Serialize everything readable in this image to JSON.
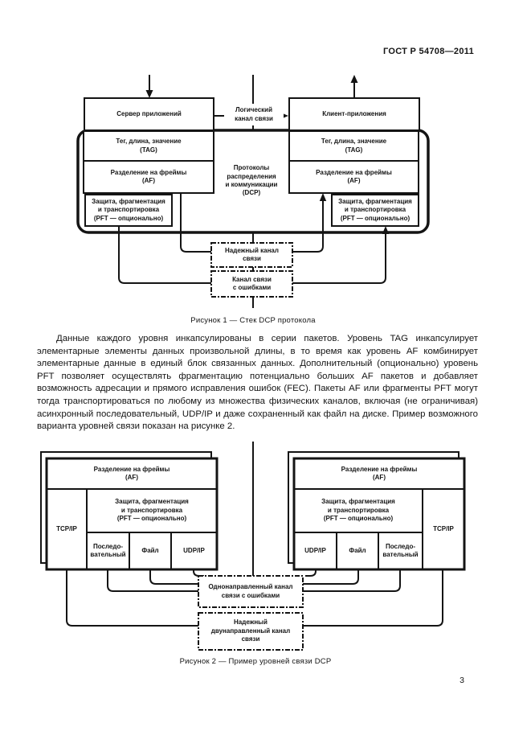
{
  "page": {
    "header": "ГОСТ Р 54708—2011",
    "page_number": "3"
  },
  "figure1": {
    "server_box": "Сервер приложений",
    "client_box": "Клиент-приложения",
    "logical_channel": "Логический\nканал связи",
    "tag_left": "Тег, длина, значение\n(TAG)",
    "af_left": "Разделение на фреймы\n(AF)",
    "pft_left": "Защита, фрагментация\nи транспортировка\n(PFT — опционально)",
    "dcp": "Протоколы\nраспределения\nи коммуникации\n(DCP)",
    "tag_right": "Тег, длина, значение\n(TAG)",
    "af_right": "Разделение на фреймы\n(AF)",
    "pft_right": "Защита, фрагментация\nи транспортировка\n(PFT — опционально)",
    "reliable_channel": "Надежный канал\nсвязи",
    "error_channel": "Канал связи\nс ошибками",
    "caption": "Рисунок 1 — Стек DCP протокола"
  },
  "paragraph": "Данные каждого уровня инкапсулированы в серии пакетов. Уровень TAG инкапсулирует элементарные элементы данных произвольной длины, в то время как уровень AF комбинирует элементарные данные в единый блок связанных данных. Дополнительный (опционально) уровень PFT позволяет осуществлять фрагментацию потенциально больших AF пакетов и добавляет возможность адресации и прямого исправления ошибок (FEC). Пакеты AF или фрагменты PFT могут тогда транспортироваться по любому из множества физических каналов, включая (не ограничивая) асинхронный последовательный, UDP/IP и даже сохраненный как файл на диске. Пример возможного варианта уровней связи показан на рисунке 2.",
  "figure2": {
    "left": {
      "af": "Разделение на фреймы\n(AF)",
      "pft": "Защита, фрагментация\nи транспортировка\n(PFT — опционально)",
      "tcpip": "TCP/IP",
      "serial": "Последо-\nвательный",
      "file": "Файл",
      "udpip": "UDP/IP"
    },
    "right": {
      "af": "Разделение на фреймы\n(AF)",
      "pft": "Защита, фрагментация\nи транспортировка\n(PFT — опционально)",
      "tcpip": "TCP/IP",
      "serial": "Последо-\nвательный",
      "file": "Файл",
      "udpip": "UDP/IP"
    },
    "unidirectional_channel": "Однонаправленный канал\nсвязи с ошибками",
    "reliable_channel": "Надежный\nдвунаправленный канал\nсвязи",
    "caption": "Рисунок 2 — Пример уровней связи DCP"
  }
}
